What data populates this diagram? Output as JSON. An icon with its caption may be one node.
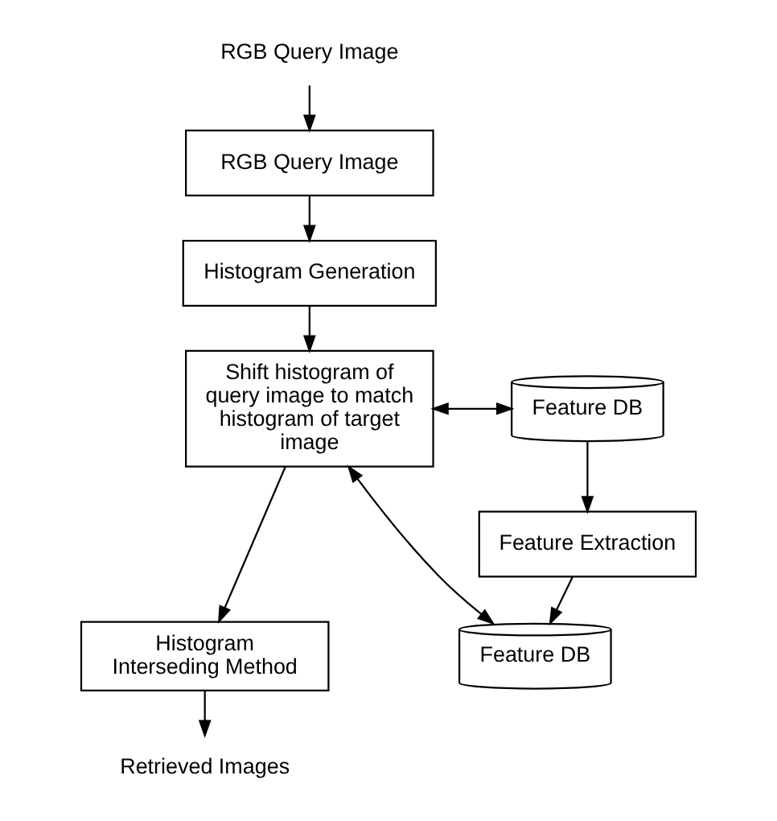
{
  "diagram": {
    "nodes": [
      {
        "text": [
          "RGB Query Image"
        ]
      },
      {
        "text": [
          "RGB Query Image"
        ]
      },
      {
        "text": [
          "Histogram Generation"
        ]
      },
      {
        "text": [
          "Shift histogram of query image to match histogram of target image"
        ]
      },
      {
        "text": [
          "Histogram Interseding Method"
        ]
      },
      {
        "text": [
          "Retrieved Images"
        ]
      },
      {
        "text": [
          "Feature DB"
        ]
      },
      {
        "text": [
          "Feature Extraction"
        ]
      },
      {
        "text": [
          "Feature DB"
        ]
      }
    ],
    "edges": [
      {
        "from": 0,
        "to": 1,
        "arrow": "to"
      },
      {
        "from": 1,
        "to": 2,
        "arrow": "to"
      },
      {
        "from": 2,
        "to": 3,
        "arrow": "to"
      },
      {
        "from": 3,
        "to": 4,
        "arrow": "to"
      },
      {
        "from": 4,
        "to": 5,
        "arrow": "to"
      },
      {
        "from": 3,
        "to": 6,
        "arrow": "both"
      },
      {
        "from": 6,
        "to": 7,
        "arrow": "to"
      },
      {
        "from": 7,
        "to": 8,
        "arrow": "to"
      },
      {
        "from": 3,
        "to": 8,
        "arrow": "both"
      }
    ]
  }
}
